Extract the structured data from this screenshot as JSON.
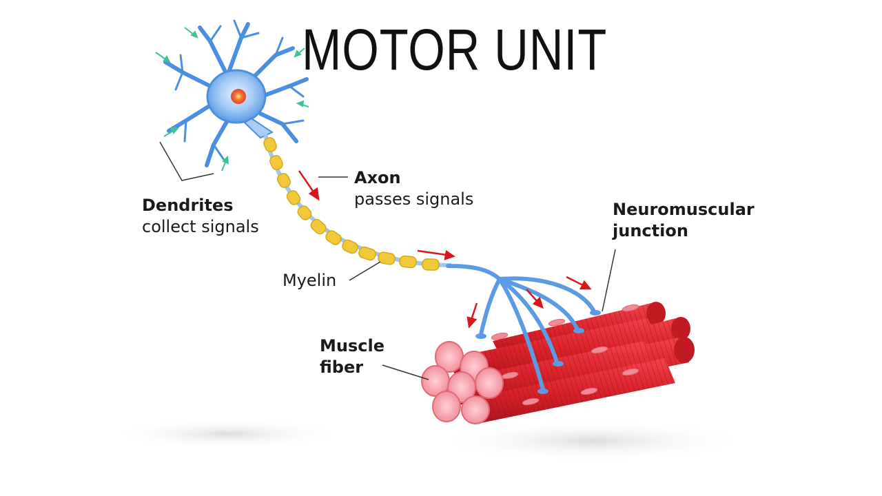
{
  "title": "MOTOR UNIT",
  "labels": {
    "dendrites": {
      "name": "Dendrites",
      "desc": "collect signals"
    },
    "axon": {
      "name": "Axon",
      "desc": "passes signals"
    },
    "myelin": {
      "name": "Myelin"
    },
    "nmj": {
      "line1": "Neuromuscular",
      "line2": "junction"
    },
    "muscle": {
      "line1": "Muscle",
      "line2": "fiber"
    }
  },
  "colors": {
    "neuron": "#4a8fe0",
    "neuron_light": "#a9cdf5",
    "nucleus": "#e0452f",
    "myelin": "#f0c83a",
    "muscle": "#d9222a",
    "muscle_light": "#f08a96",
    "signal_arrow": "#d8161c",
    "input_arrow": "#3fc29a"
  }
}
